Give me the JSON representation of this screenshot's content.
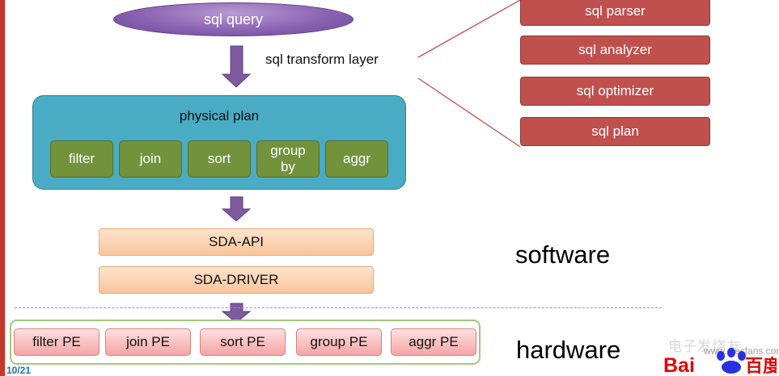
{
  "flow": {
    "query": "sql query",
    "transform_label": "sql transform layer",
    "physical_plan": {
      "title": "physical plan",
      "operators": [
        "filter",
        "join",
        "sort",
        "group by",
        "aggr"
      ]
    },
    "sda_api": "SDA-API",
    "sda_driver": "SDA-DRIVER",
    "pes": [
      "filter PE",
      "join PE",
      "sort PE",
      "group PE",
      "aggr PE"
    ]
  },
  "transform_steps": [
    "sql parser",
    "sql analyzer",
    "sql optimizer",
    "sql plan"
  ],
  "labels": {
    "software": "software",
    "hardware": "hardware"
  },
  "footer": {
    "page_number": "10/21",
    "logo_text": "Baidu 百度",
    "watermark_text": "电子发烧友",
    "watermark_url": "www.elecfans.com"
  },
  "colors": {
    "arrow": "#7e5a9e",
    "panel": "#4aabc4",
    "operator": "#72923c",
    "red_box": "#c0504d",
    "connector": "#c0504d"
  }
}
